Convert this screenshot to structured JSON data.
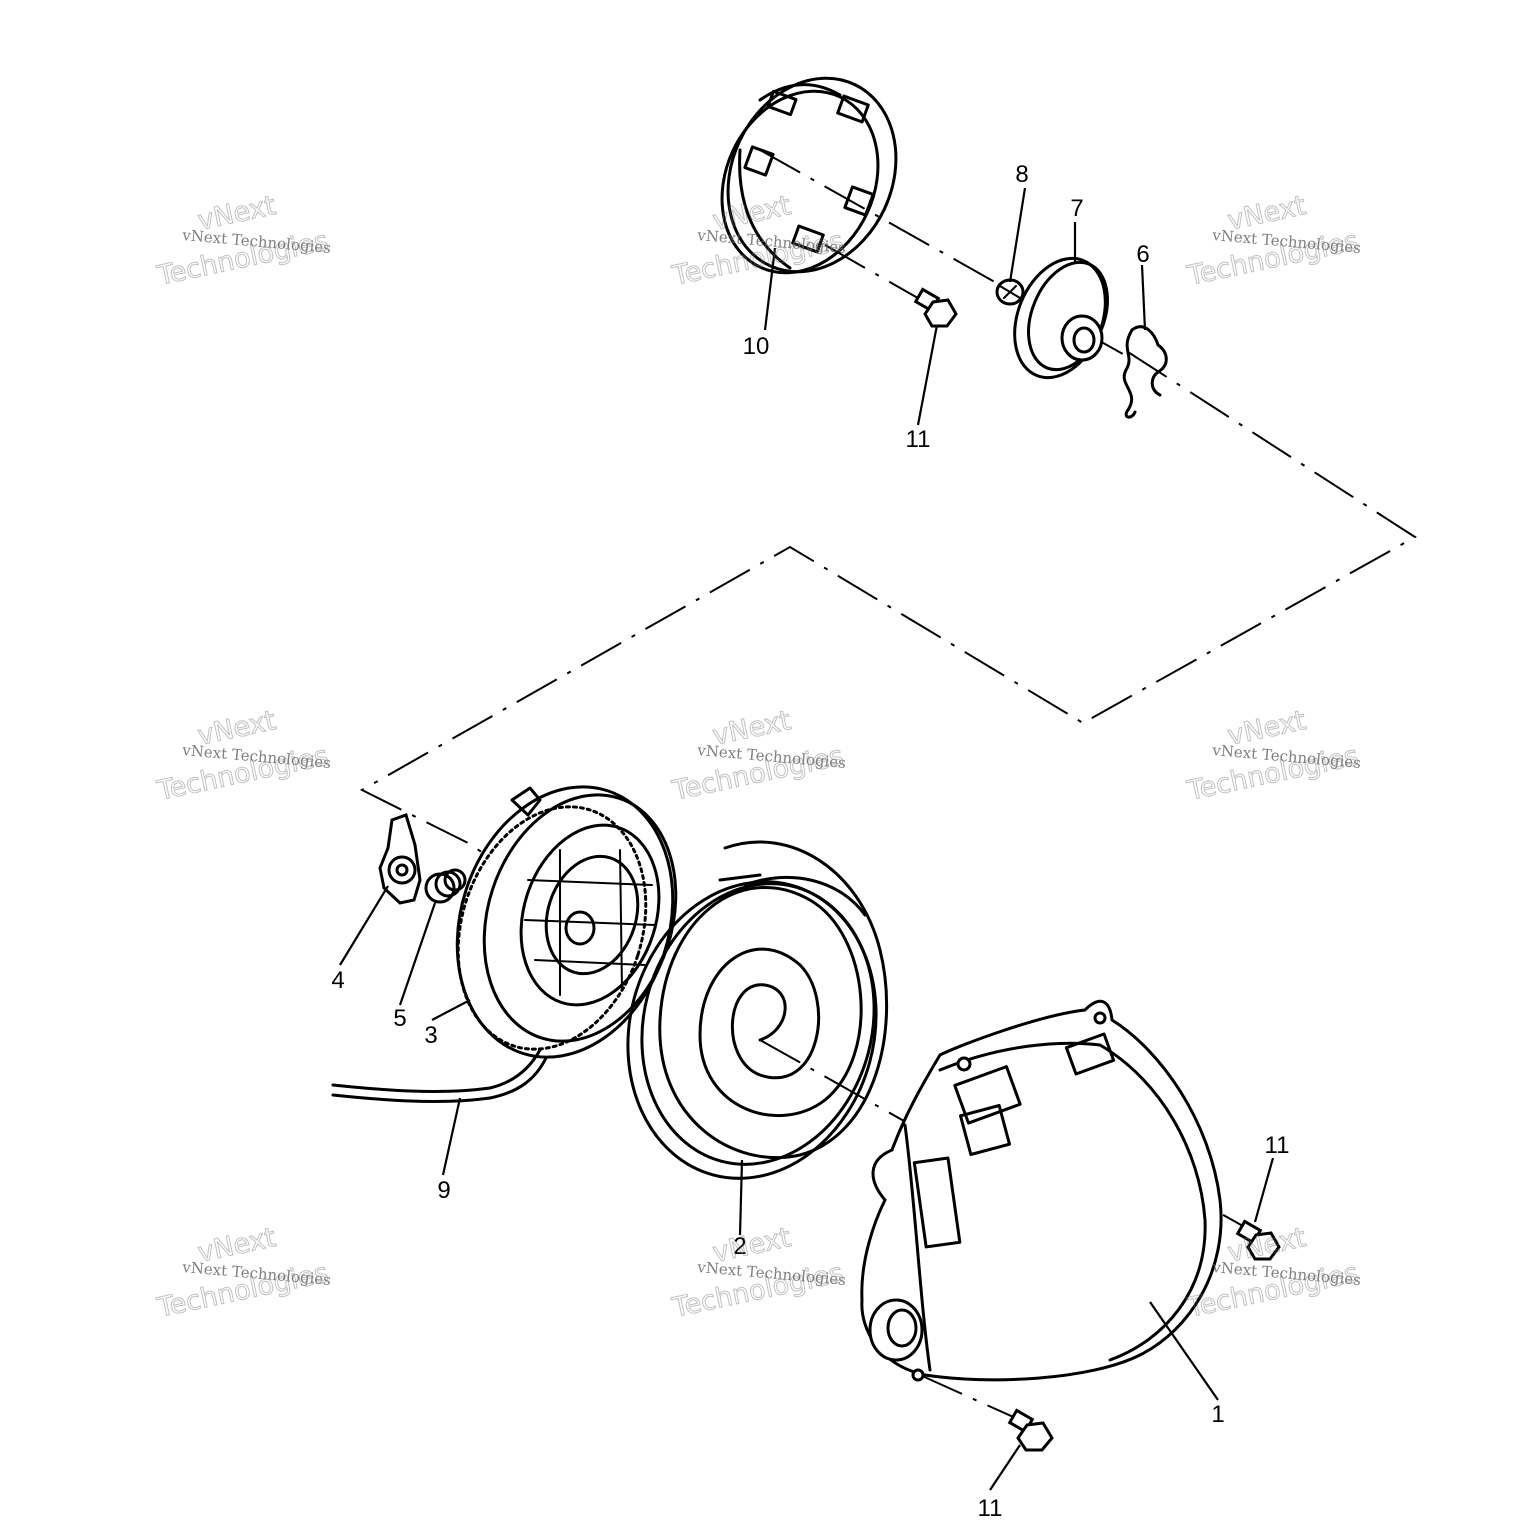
{
  "callouts": {
    "c1": "1",
    "c2": "2",
    "c3": "3",
    "c4": "4",
    "c5": "5",
    "c6": "6",
    "c7": "7",
    "c8": "8",
    "c9": "9",
    "c10": "10",
    "c11_top": "11",
    "c11_right": "11",
    "c11_bottom": "11"
  },
  "watermark": {
    "brand": "vNext Technologies",
    "line1": "vNext",
    "line2": "Technologies"
  }
}
